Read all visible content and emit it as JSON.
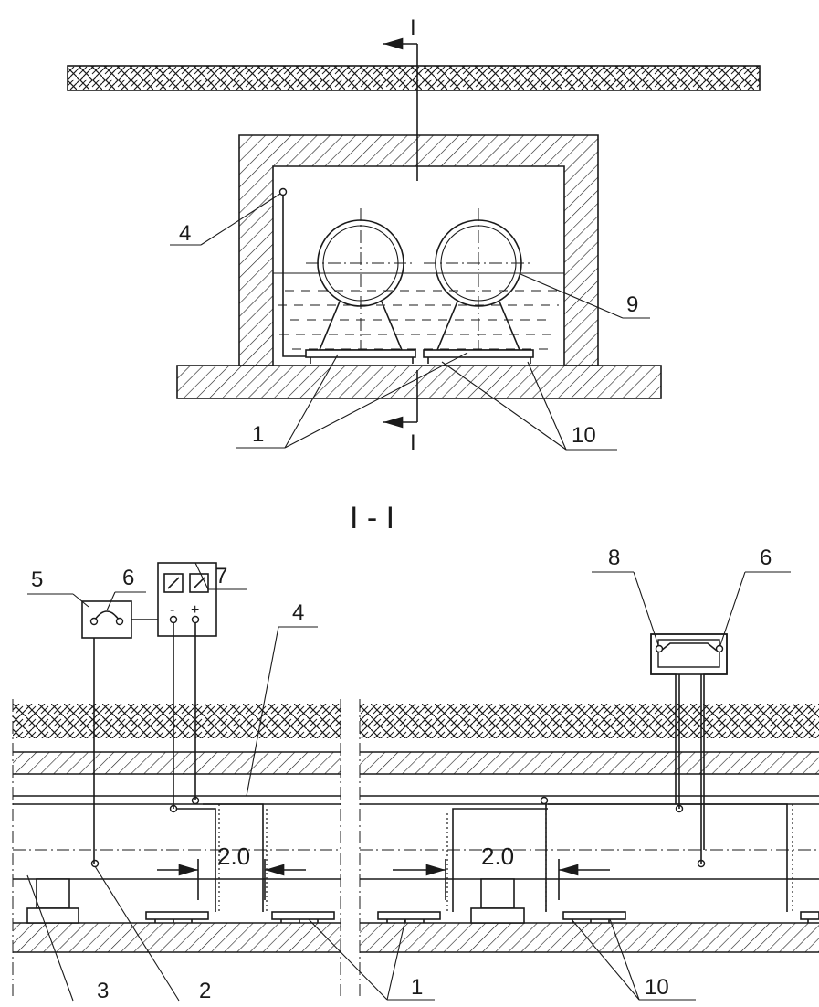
{
  "section_title": "I - I",
  "section_marks": {
    "top": "I",
    "bottom": "I"
  },
  "callouts_plan": {
    "label_4": "4",
    "label_9": "9",
    "label_1": "1",
    "label_10": "10"
  },
  "callouts_section": {
    "label_5": "5",
    "label_6_left": "6",
    "label_7": "7",
    "label_4": "4",
    "label_8": "8",
    "label_6_right": "6",
    "label_3": "3",
    "label_2": "2",
    "label_1": "1",
    "label_10": "10"
  },
  "terminals": {
    "minus": "-",
    "plus": "+"
  },
  "dimensions": {
    "left_spacing": "2.0",
    "right_spacing": "2.0"
  }
}
